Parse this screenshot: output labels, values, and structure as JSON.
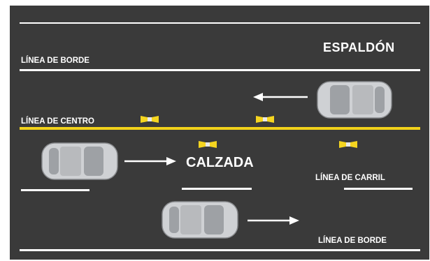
{
  "labels": {
    "espaldon": "ESPALDÓN",
    "linea_borde_top": "LÍNEA DE BORDE",
    "linea_centro": "LÍNEA DE CENTRO",
    "calzada": "CALZADA",
    "linea_carril": "LÍNEA DE CARRIL",
    "linea_borde_bottom": "LÍNEA DE BORDE"
  },
  "colors": {
    "road": "#3a3a3a",
    "line_white": "#ffffff",
    "center_line": "#f2d21a",
    "marker_yellow": "#f5d520",
    "car_body": "#cfd1d4"
  },
  "icons": [
    "car-icon",
    "arrow-left-icon",
    "arrow-right-icon",
    "road-marker-icon"
  ]
}
